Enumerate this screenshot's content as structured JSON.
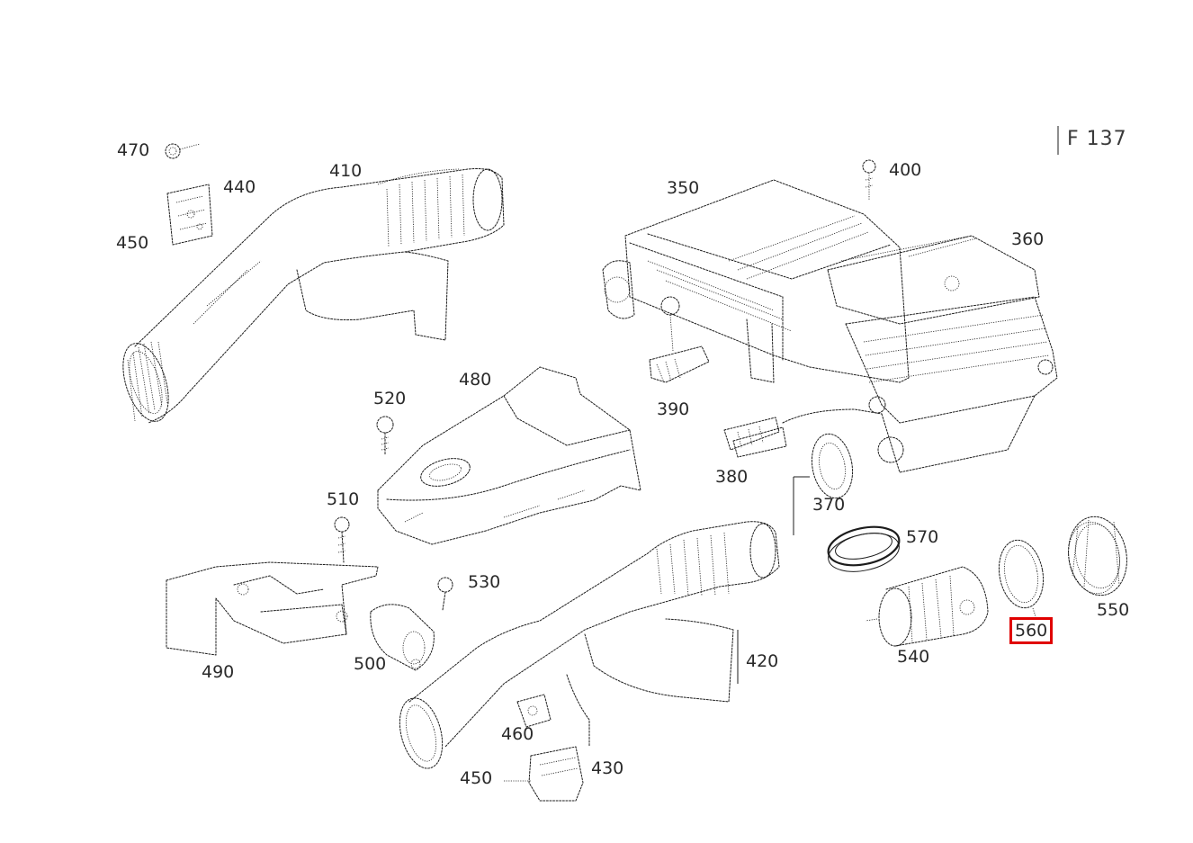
{
  "diagram": {
    "reference": "F 137",
    "highlight_color": "#e00000",
    "highlighted_callout": "560",
    "callouts": {
      "c470": "470",
      "c440": "440",
      "c410": "410",
      "c450a": "450",
      "c350": "350",
      "c400": "400",
      "c360": "360",
      "c480": "480",
      "c520": "520",
      "c390": "390",
      "c380": "380",
      "c510": "510",
      "c370": "370",
      "c570": "570",
      "c530": "530",
      "c550": "550",
      "c560": "560",
      "c490": "490",
      "c500": "500",
      "c420": "420",
      "c540": "540",
      "c460": "460",
      "c430": "430",
      "c450b": "450"
    }
  }
}
